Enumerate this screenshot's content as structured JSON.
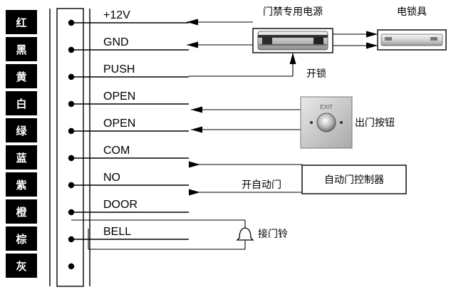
{
  "wires": [
    {
      "color": "红",
      "label": "+12V"
    },
    {
      "color": "黑",
      "label": "GND"
    },
    {
      "color": "黄",
      "label": "PUSH"
    },
    {
      "color": "白",
      "label": "OPEN"
    },
    {
      "color": "绿",
      "label": "OPEN"
    },
    {
      "color": "蓝",
      "label": "COM"
    },
    {
      "color": "紫",
      "label": "NO"
    },
    {
      "color": "橙",
      "label": "DOOR"
    },
    {
      "color": "棕",
      "label": "BELL"
    },
    {
      "color": "灰",
      "label": ""
    }
  ],
  "devices": {
    "power_supply": "门禁专用电源",
    "electric_lock": "电锁具",
    "unlock": "开锁",
    "exit_button": "出门按钮",
    "auto_door": "开自动门",
    "auto_door_controller": "自动门控制器",
    "doorbell": "接门铃"
  },
  "exit_button_text": "EXIT"
}
